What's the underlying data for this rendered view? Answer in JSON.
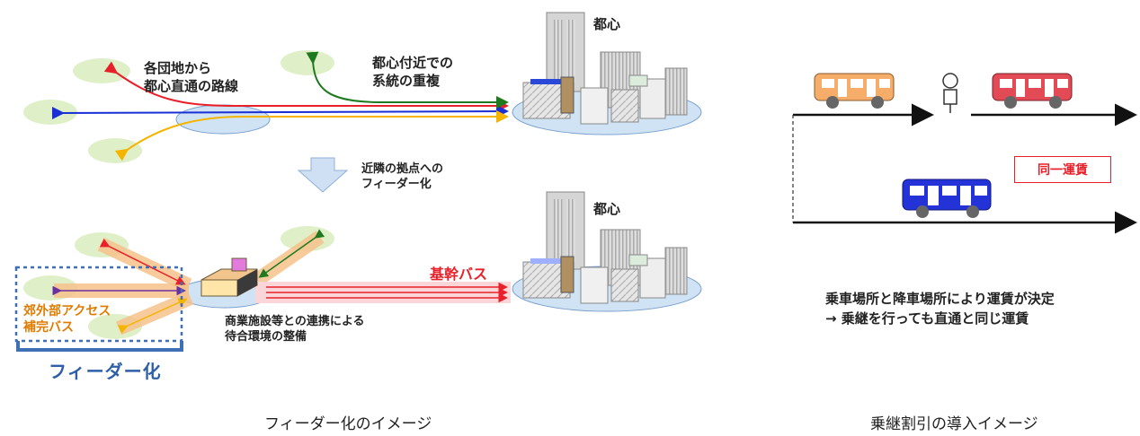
{
  "left": {
    "top": {
      "label_routes": [
        "各団地から",
        "都心直通の路線"
      ],
      "label_overlap": [
        "都心付近での",
        "系統の重複"
      ],
      "city_label": "都心"
    },
    "transition": {
      "label": [
        "近隣の拠点への",
        "フィーダー化"
      ]
    },
    "bottom": {
      "city_label": "都心",
      "trunk_label": "基幹バス",
      "hub_label": [
        "商業施設等との連携による",
        "待合環境の整備"
      ],
      "suburb_label": [
        "郊外部アクセス",
        "補完バス"
      ],
      "feeder_title": "フィーダー化"
    },
    "caption": "フィーダー化のイメージ"
  },
  "right": {
    "fare_box": "同一運賃",
    "description": [
      "乗車場所と降車場所により運賃が決定",
      "→ 乗継を行っても直通と同じ運賃"
    ],
    "caption": "乗継割引の導入イメージ"
  },
  "colors": {
    "red": "#e8202a",
    "blue": "#1a2fd6",
    "green": "#1f7a1f",
    "orange": "#f4b400",
    "purple": "#6a2fa0",
    "feeder_band": "#f6c28b",
    "bus_orange": "#f7ad6a",
    "bus_red": "#e24a55",
    "bus_blue": "#2433d8",
    "dashed_box": "#3f6fb5"
  }
}
